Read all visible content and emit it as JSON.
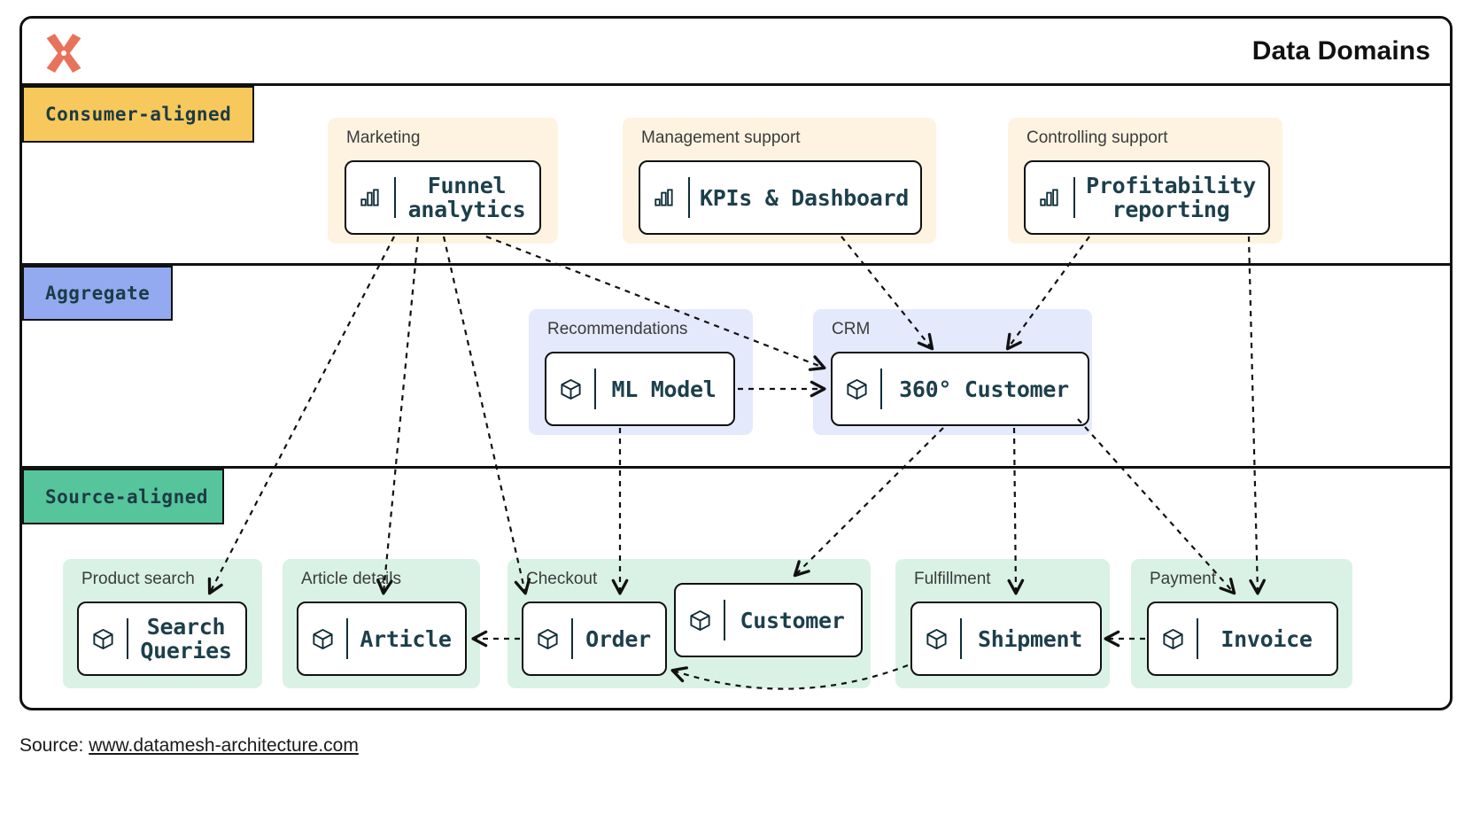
{
  "header": {
    "title": "Data Domains",
    "logo_icon": "datamesh-star-logo"
  },
  "bands": [
    {
      "key": "consumer",
      "label": "Consumer-aligned",
      "color": "#f7c85c"
    },
    {
      "key": "aggregate",
      "label": "Aggregate",
      "color": "#93aaf0"
    },
    {
      "key": "source",
      "label": "Source-aligned",
      "color": "#56c59b"
    }
  ],
  "domains": {
    "consumer": [
      {
        "label": "Marketing",
        "products": [
          {
            "name": "Funnel\nanalytics",
            "icon": "bar-chart-icon"
          }
        ]
      },
      {
        "label": "Management support",
        "products": [
          {
            "name": "KPIs & Dashboard",
            "icon": "bar-chart-icon"
          }
        ]
      },
      {
        "label": "Controlling support",
        "products": [
          {
            "name": "Profitability\nreporting",
            "icon": "bar-chart-icon"
          }
        ]
      }
    ],
    "aggregate": [
      {
        "label": "Recommendations",
        "products": [
          {
            "name": "ML Model",
            "icon": "cube-icon"
          }
        ]
      },
      {
        "label": "CRM",
        "products": [
          {
            "name": "360° Customer",
            "icon": "cube-icon"
          }
        ]
      }
    ],
    "source": [
      {
        "label": "Product search",
        "products": [
          {
            "name": "Search\nQueries",
            "icon": "cube-icon"
          }
        ]
      },
      {
        "label": "Article details",
        "products": [
          {
            "name": "Article",
            "icon": "cube-icon"
          }
        ]
      },
      {
        "label": "Checkout",
        "products": [
          {
            "name": "Order",
            "icon": "cube-icon"
          },
          {
            "name": "Customer",
            "icon": "cube-icon"
          }
        ]
      },
      {
        "label": "Fulfillment",
        "products": [
          {
            "name": "Shipment",
            "icon": "cube-icon"
          }
        ]
      },
      {
        "label": "Payment",
        "products": [
          {
            "name": "Invoice",
            "icon": "cube-icon"
          }
        ]
      }
    ]
  },
  "footer": {
    "prefix": "Source: ",
    "link": "www.datamesh-architecture.com"
  },
  "colors": {
    "consumer_band": "#f7c85c",
    "aggregate_band": "#93aaf0",
    "source_band": "#56c59b",
    "consumer_group": "#fdf3e0",
    "aggregate_group": "#e4e9fb",
    "source_group": "#daf2e6",
    "card_text": "#1d3f4c",
    "outline": "#111111",
    "logo": "#e8735a"
  }
}
